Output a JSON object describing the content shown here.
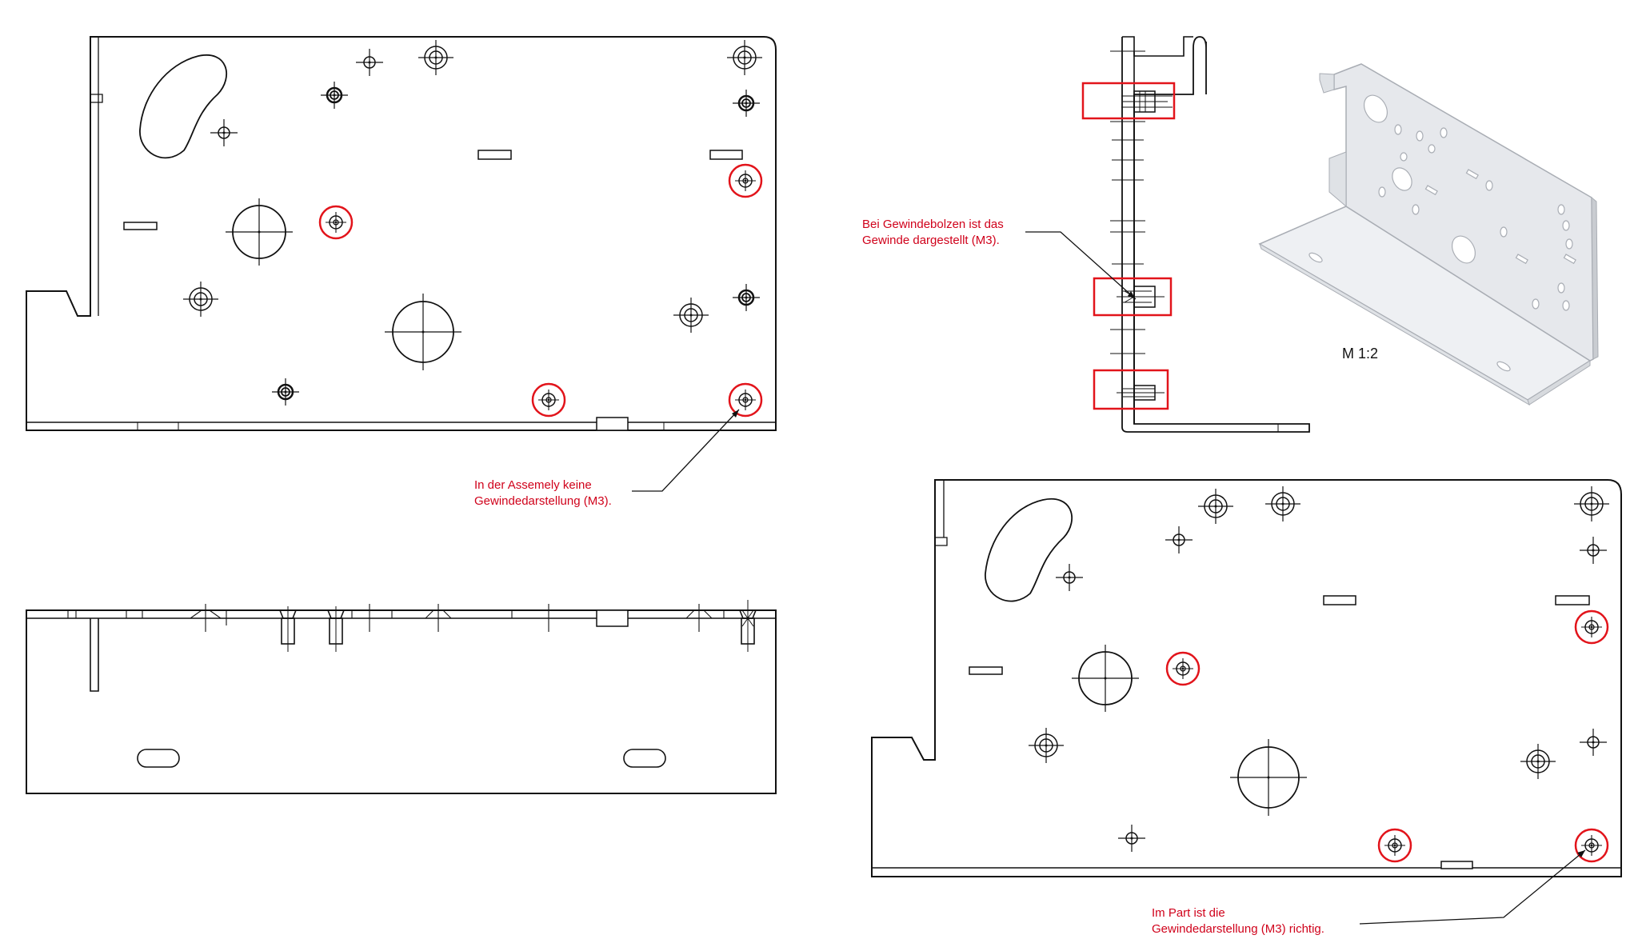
{
  "annotations": {
    "assembly_note": {
      "line1": "In der Assemely keine",
      "line2": "Gewindedarstellung (M3)."
    },
    "stud_note": {
      "line1": "Bei Gewindebolzen ist das",
      "line2": "Gewinde dargestellt (M3)."
    },
    "part_note": {
      "line1": "Im Part ist die",
      "line2": "Gewindedarstellung (M3) richtig."
    },
    "scale_label": "M 1:2"
  },
  "colors": {
    "line": "#111111",
    "highlight": "#e2141b",
    "note_text": "#d0021b",
    "sheet_face": "#e9ebee",
    "sheet_edge": "#b9bcc2"
  }
}
